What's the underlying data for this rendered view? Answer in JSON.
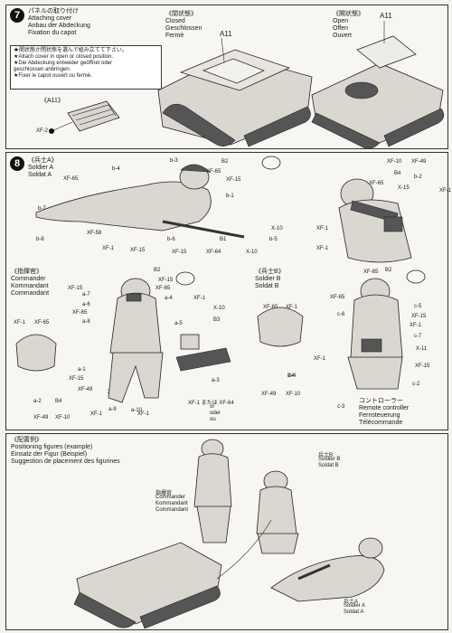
{
  "step7": {
    "number": "7",
    "title_jp": "パネルの取り付け",
    "title_en": "Attaching cover",
    "title_de": "Anbau der Abdeckung",
    "title_fr": "Fixation du capot",
    "closed_jp": "《閉状態》",
    "closed_en": "Closed",
    "closed_de": "Geschlossen",
    "closed_fr": "Fermé",
    "open_jp": "《開状態》",
    "open_en": "Open",
    "open_de": "Offen",
    "open_fr": "Ouvert",
    "part_a11": "A11",
    "part_a11_detail": "《A11》",
    "part_xf2": "XF-2",
    "notes": [
      "★開状態か閉状態を選んで組み立てて下さい。",
      "★Attach cover in open or closed position.",
      "★Die Abdeckung entweder geöffnet oder",
      "geschlossen anbringen.",
      "★Fixer le capot ouvert ou fermé."
    ]
  },
  "step8": {
    "number": "8",
    "soldier_a_jp": "《兵士A》",
    "soldier_a_en": "Soldier A",
    "soldier_a_de": "Soldat A",
    "commander_jp": "《指揮官》",
    "commander_en": "Commander",
    "commander_de": "Kommandant",
    "commander_fr": "Commandant",
    "soldier_b_jp": "《兵士B》",
    "soldier_b_en": "Soldier B",
    "soldier_b_de": "Soldat B",
    "remote_jp": "コントローラー",
    "remote_en": "Remote controller",
    "remote_de": "Fernsteuerung",
    "remote_fr": "Télécommande",
    "or_text": "XF-1 または XF-64",
    "or_en": "or",
    "or_de": "oder",
    "or_fr": "ou",
    "labels_a": [
      "b-4",
      "b-3",
      "B2",
      "XF-65",
      "XF-65",
      "XF-15",
      "b-1",
      "b-7",
      "XF-58",
      "b-8",
      "XF-1",
      "XF-15",
      "b-6",
      "XF-15",
      "XF-64",
      "B1",
      "X-10",
      "b-5",
      "XF-1",
      "XF-10",
      "XF-49",
      "B4",
      "b-2",
      "X-10",
      "XF-1",
      "XF-65",
      "X-15",
      "XF-1"
    ],
    "labels_cmd": [
      "B2",
      "XF-15",
      "XF-65",
      "a-7",
      "a-4",
      "XF-1",
      "a-6",
      "XF-65",
      "a-8",
      "XF-15",
      "a-5",
      "XF-1",
      "XF-65",
      "X-10",
      "B3",
      "a-1",
      "XF-49",
      "XF-15",
      "X-11",
      "a-3",
      "a-2",
      "B4",
      "XF-49",
      "XF-10",
      "XF-1",
      "a-9",
      "XF-1",
      "a-10"
    ],
    "labels_b": [
      "XF-65",
      "XF-1",
      "c-4",
      "B4",
      "XF-49",
      "XF-10",
      "B2",
      "XF-65",
      "c-1",
      "XF-65",
      "c-6",
      "c-5",
      "XF-15",
      "XF-1",
      "X-11",
      "c-7",
      "XF-1",
      "XF-15",
      "c-3",
      "c-2"
    ]
  },
  "positioning": {
    "title_jp": "《配置例》",
    "title_en": "Positioning figures (example)",
    "title_de": "Einsatz der Figur (Beispiel)",
    "title_fr": "Suggestion de placement des figurines",
    "cmd_jp": "指揮官",
    "cmd_en": "Commander",
    "cmd_de": "Kommandant",
    "cmd_fr": "Commandant",
    "sb_jp": "兵士B",
    "sb_en": "Soldier B",
    "sb_de": "Soldat B",
    "sa_jp": "兵士A",
    "sa_en": "Soldier A",
    "sa_de": "Soldat A"
  }
}
